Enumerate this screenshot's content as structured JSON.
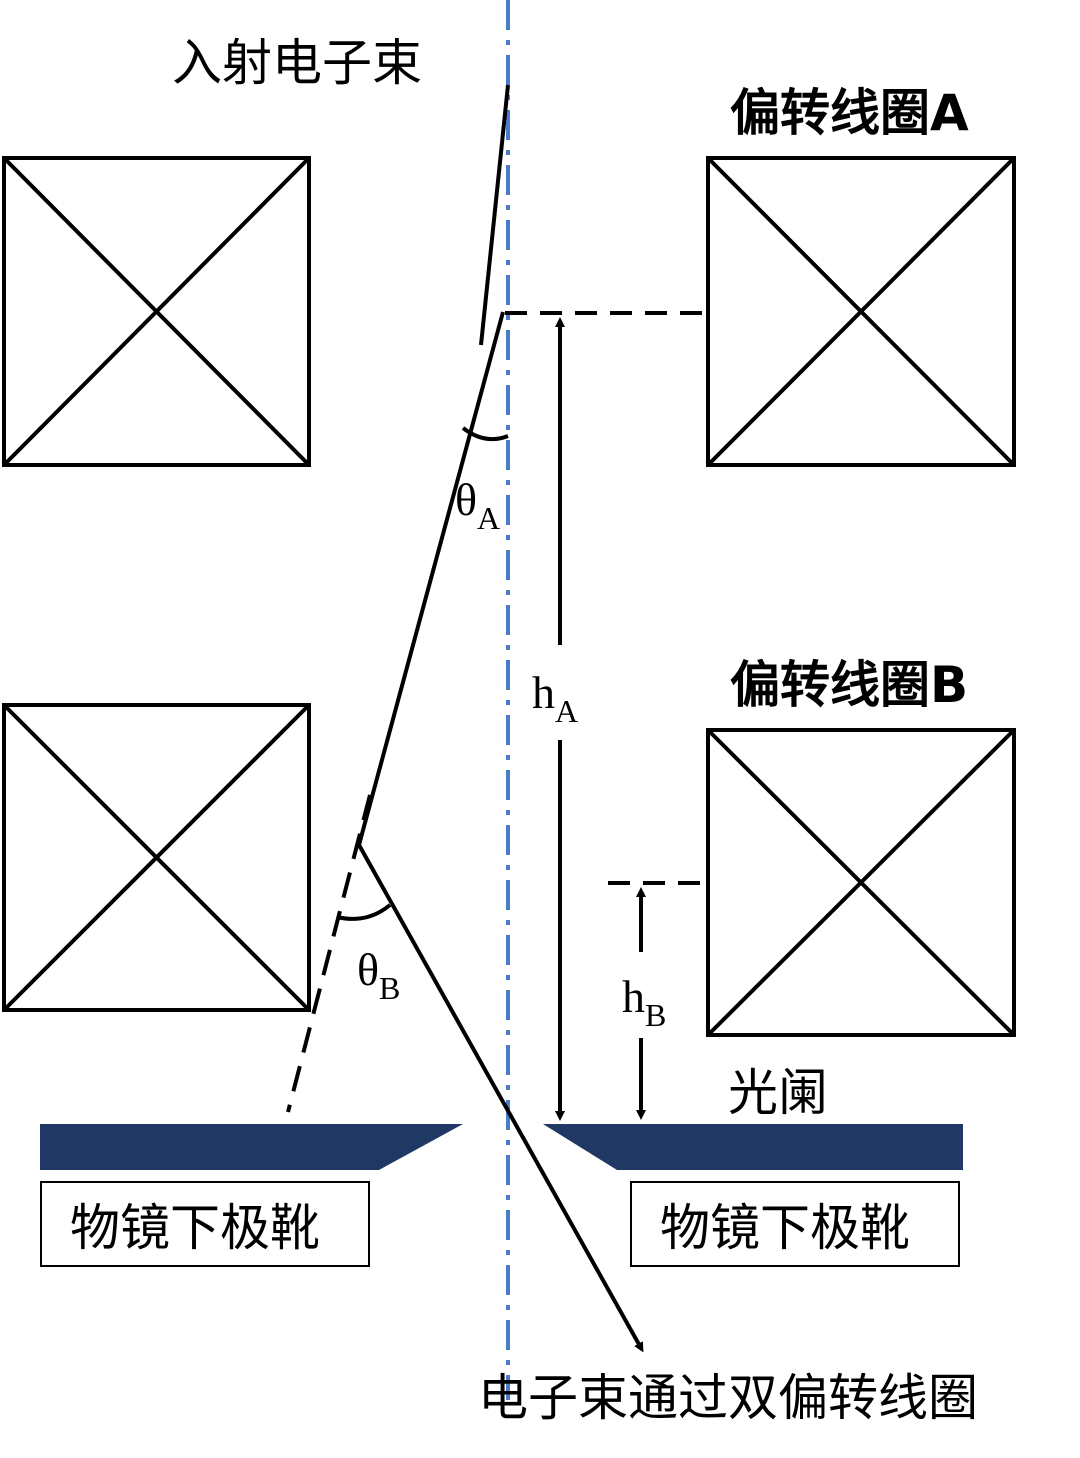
{
  "labels": {
    "incident_beam": "入射电子束",
    "coil_a": "偏转线圈A",
    "coil_b": "偏转线圈B",
    "aperture": "光阑",
    "pole_piece_left": "物镜下极靴",
    "pole_piece_right": "物镜下极靴",
    "caption": "电子束通过双偏转线圈"
  },
  "symbols": {
    "theta_a": {
      "base": "θ",
      "sub": "A"
    },
    "theta_b": {
      "base": "θ",
      "sub": "B"
    },
    "h_a": {
      "base": "h",
      "sub": "A"
    },
    "h_b": {
      "base": "h",
      "sub": "B"
    }
  },
  "colors": {
    "axis": "#4a7cc9",
    "pole_piece": "#1f3864",
    "line": "#000000"
  }
}
